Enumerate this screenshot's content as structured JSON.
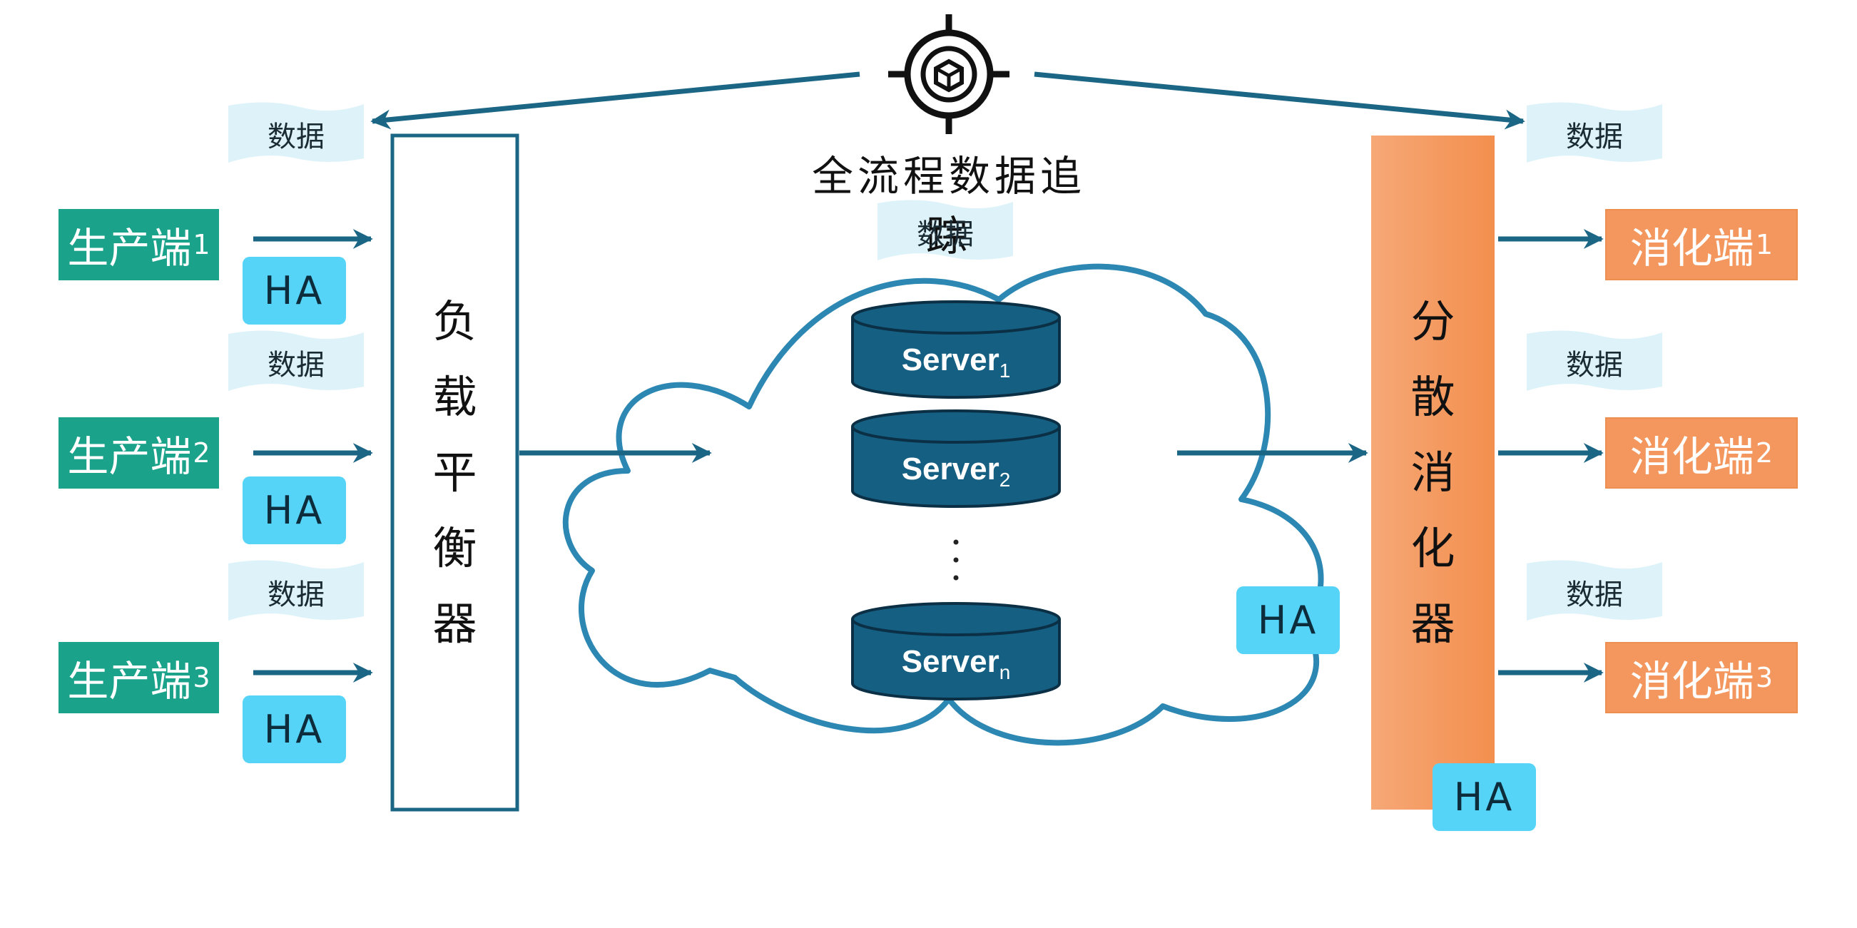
{
  "tracking": {
    "label": "全流程数据追踪",
    "icon": "target-cube-icon"
  },
  "data_label": "数据",
  "producers": [
    {
      "label": "生产端",
      "sub": "1"
    },
    {
      "label": "生产端",
      "sub": "2"
    },
    {
      "label": "生产端",
      "sub": "3"
    }
  ],
  "consumers": [
    {
      "label": "消化端",
      "sub": "1"
    },
    {
      "label": "消化端",
      "sub": "2"
    },
    {
      "label": "消化端",
      "sub": "3"
    }
  ],
  "ha_label": "HA",
  "load_balancer": {
    "chars": [
      "负",
      "载",
      "平",
      "衡",
      "器"
    ]
  },
  "distributor": {
    "chars": [
      "分",
      "散",
      "消",
      "化",
      "器"
    ]
  },
  "servers": [
    {
      "label": "Server",
      "sub": "1"
    },
    {
      "label": "Server",
      "sub": "2"
    },
    {
      "label": "Server",
      "sub": "n"
    }
  ],
  "colors": {
    "producer": "#1aa38a",
    "consumer": "#f4975e",
    "ha": "#55d4f8",
    "arrow": "#1b6585",
    "cloud": "#2c87b3",
    "server": "#145f82",
    "data_flag": "#ddf3f9"
  }
}
